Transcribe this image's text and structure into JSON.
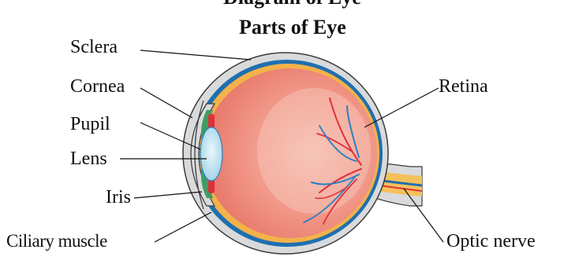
{
  "figure": {
    "cut_heading": "Diagram of Eye",
    "title": "Parts of Eye"
  },
  "labels": {
    "sclera": "Sclera",
    "cornea": "Cornea",
    "pupil": "Pupil",
    "lens": "Lens",
    "iris": "Iris",
    "ciliary_muscle": "Ciliary muscle",
    "retina": "Retina",
    "optic_nerve": "Optic nerve"
  },
  "colors": {
    "outer_layer": "#d9dadb",
    "choroid": "#1f6fb0",
    "retina_orange": "#f3b24a",
    "eyeball_pink": "#f08e80",
    "eyeball_light": "#f7c4b8",
    "lens_blue": "#bfe2f0",
    "iris_green": "#3e9d63",
    "vessel_red": "#e0303a",
    "vessel_blue": "#2b7fc5",
    "nerve_yellow": "#f5c15a"
  }
}
